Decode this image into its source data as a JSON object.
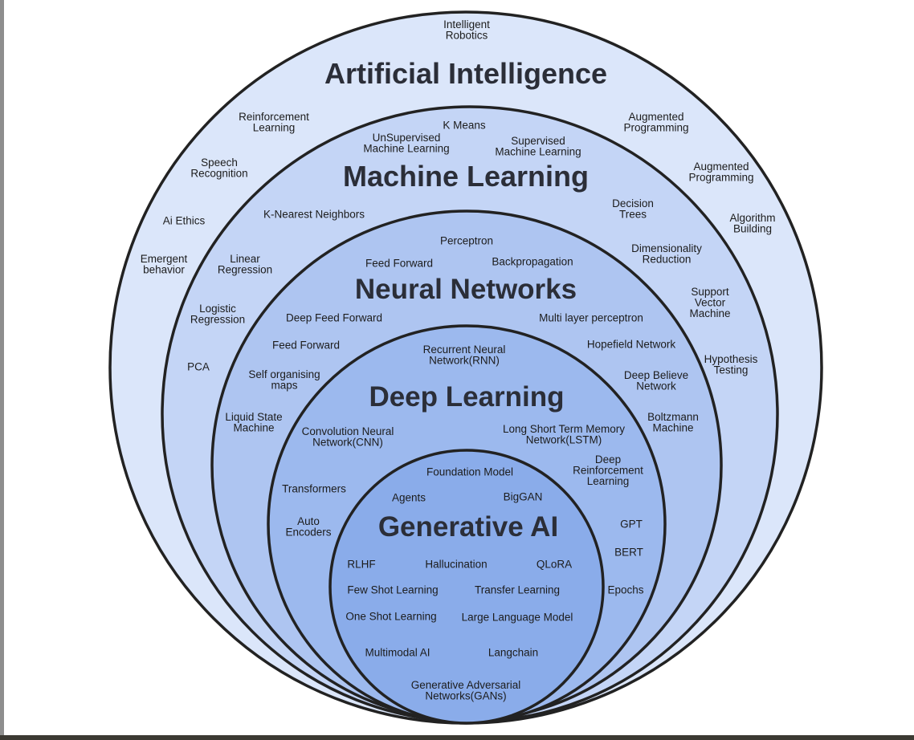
{
  "colors": {
    "ring_1": "#dbe6fa",
    "ring_2": "#c4d5f6",
    "ring_3": "#aec5f1",
    "ring_4": "#9cb9ee",
    "ring_5": "#8aacea",
    "outline": "#222222"
  },
  "layers": [
    {
      "name": "Artificial Intelligence",
      "items": [
        [
          "Intelligent",
          "Robotics"
        ],
        [
          "Reinforcement",
          "Learning"
        ],
        [
          "Speech",
          "Recognition"
        ],
        [
          "Ai Ethics"
        ],
        [
          "Emergent",
          "behavior"
        ],
        [
          "Augmented",
          "Programming"
        ],
        [
          "Augmented",
          "Programming"
        ],
        [
          "Algorithm",
          "Building"
        ]
      ]
    },
    {
      "name": "Machine Learning",
      "items": [
        [
          "K Means"
        ],
        [
          "UnSupervised",
          "Machine Learning"
        ],
        [
          "Supervised",
          "Machine Learning"
        ],
        [
          "K-Nearest Neighbors"
        ],
        [
          "Linear",
          "Regression"
        ],
        [
          "Logistic",
          "Regression"
        ],
        [
          "PCA"
        ],
        [
          "Decision",
          "Trees"
        ],
        [
          "Dimensionality",
          "Reduction"
        ],
        [
          "Support",
          "Vector",
          "Machine"
        ],
        [
          "Hypothesis",
          "Testing"
        ]
      ]
    },
    {
      "name": "Neural Networks",
      "items": [
        [
          "Perceptron"
        ],
        [
          "Feed Forward"
        ],
        [
          "Backpropagation"
        ],
        [
          "Deep Feed Forward"
        ],
        [
          "Multi layer perceptron"
        ],
        [
          "Feed Forward"
        ],
        [
          "Hopefield Network"
        ],
        [
          "Self organising",
          "maps"
        ],
        [
          "Deep Believe",
          "Network"
        ],
        [
          "Liquid State",
          "Machine"
        ],
        [
          "Boltzmann",
          "Machine"
        ]
      ]
    },
    {
      "name": "Deep Learning",
      "items": [
        [
          "Recurrent Neural",
          "Network(RNN)"
        ],
        [
          "Convolution Neural",
          "Network(CNN)"
        ],
        [
          "Long Short Term Memory",
          "Network(LSTM)"
        ],
        [
          "Deep",
          "Reinforcement",
          "Learning"
        ],
        [
          "Transformers"
        ],
        [
          "Auto",
          "Encoders"
        ],
        [
          "GPT"
        ],
        [
          "BERT"
        ],
        [
          "Epochs"
        ]
      ]
    },
    {
      "name": "Generative AI",
      "items": [
        [
          "Foundation Model"
        ],
        [
          "Agents"
        ],
        [
          "BigGAN"
        ],
        [
          "RLHF"
        ],
        [
          "Hallucination"
        ],
        [
          "QLoRA"
        ],
        [
          "Few Shot Learning"
        ],
        [
          "Transfer Learning"
        ],
        [
          "One Shot Learning"
        ],
        [
          "Large Language Model"
        ],
        [
          "Multimodal AI"
        ],
        [
          "Langchain"
        ],
        [
          "Generative Adversarial",
          "Networks(GANs)"
        ]
      ]
    }
  ]
}
